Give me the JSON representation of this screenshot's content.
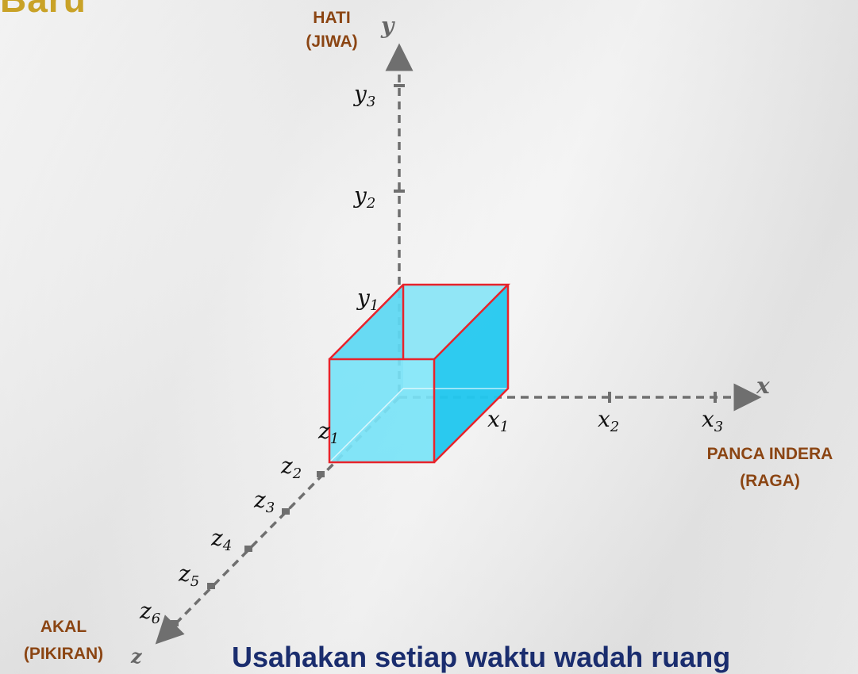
{
  "corner_title": "Baru",
  "axes": {
    "y": {
      "letter": "y",
      "label_line1": "HATI",
      "label_line2": "(JIWA)",
      "ticks": [
        "y",
        "y",
        "y"
      ],
      "tick_subs": [
        "3",
        "2",
        "1"
      ]
    },
    "x": {
      "letter": "x",
      "label_line1": "PANCA INDERA",
      "label_line2": "(RAGA)",
      "ticks": [
        "x",
        "x",
        "x"
      ],
      "tick_subs": [
        "1",
        "2",
        "3"
      ]
    },
    "z": {
      "letter": "z",
      "label_line1": "AKAL",
      "label_line2": "(PIKIRAN)",
      "ticks": [
        "z",
        "z",
        "z",
        "z",
        "z",
        "z"
      ],
      "tick_subs": [
        "1",
        "2",
        "3",
        "4",
        "5",
        "6"
      ]
    }
  },
  "bottom_text": "Usahakan setiap waktu wadah ruang",
  "colors": {
    "axis": "#6f6f6f",
    "label_brown": "#8b4513",
    "box_edge": "#e8232b",
    "box_fill": "#29c8ef",
    "bottom_text": "#1a2d6e"
  }
}
